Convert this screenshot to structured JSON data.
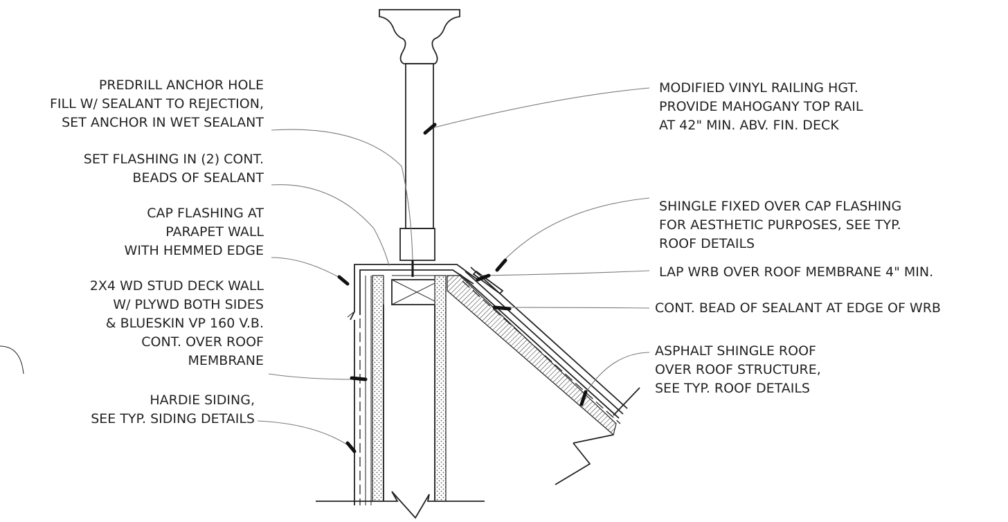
{
  "notes": {
    "predrill": "PREDRILL ANCHOR HOLE\nFILL W/ SEALANT TO REJECTION,\nSET ANCHOR IN WET SEALANT",
    "set_flashing": "SET FLASHING IN (2) CONT.\nBEADS OF SEALANT",
    "cap_flashing": "CAP FLASHING AT\nPARAPET WALL\nWITH HEMMED EDGE",
    "stud_wall": "2X4 WD STUD DECK WALL\nW/ PLYWD BOTH SIDES\n& BLUESKIN VP 160 V.B.\nCONT. OVER ROOF\nMEMBRANE",
    "hardie": "HARDIE SIDING,\nSEE TYP. SIDING DETAILS",
    "railing": "MODIFIED VINYL RAILING HGT.\nPROVIDE MAHOGANY TOP RAIL\nAT 42\" MIN. ABV. FIN. DECK",
    "shingle_fixed": "SHINGLE FIXED OVER CAP FLASHING\nFOR AESTHETIC PURPOSES, SEE TYP.\nROOF DETAILS",
    "lap_wrb": "LAP WRB OVER ROOF MEMBRANE 4\" MIN.",
    "bead_sealant": "CONT. BEAD OF SEALANT AT EDGE OF WRB",
    "asphalt": "ASPHALT SHINGLE ROOF\nOVER ROOF STRUCTURE,\nSEE TYP. ROOF DETAILS"
  }
}
